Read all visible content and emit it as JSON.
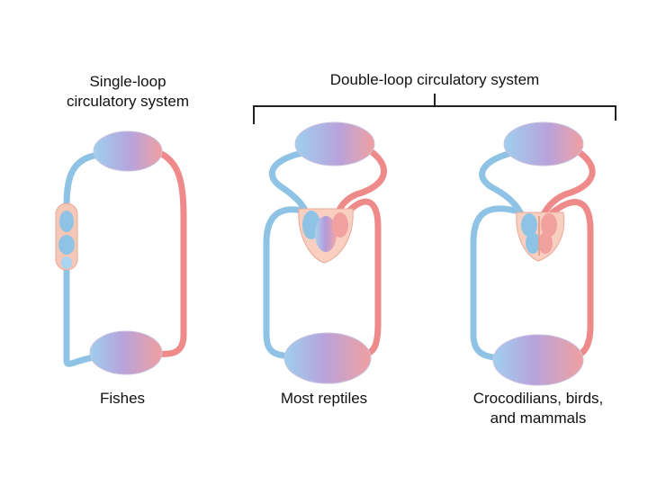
{
  "labels": {
    "single_loop_line1": "Single-loop",
    "single_loop_line2": "circulatory system",
    "double_loop": "Double-loop circulatory system",
    "fishes": "Fishes",
    "most_reptiles": "Most reptiles",
    "mammals_line1": "Crocodilians, birds,",
    "mammals_line2": "and mammals"
  },
  "colors": {
    "oxygen_poor": "#8ec3e6",
    "oxygen_rich": "#ef8a8a",
    "mixed": "#b39ddb",
    "bracket": "#222222"
  }
}
